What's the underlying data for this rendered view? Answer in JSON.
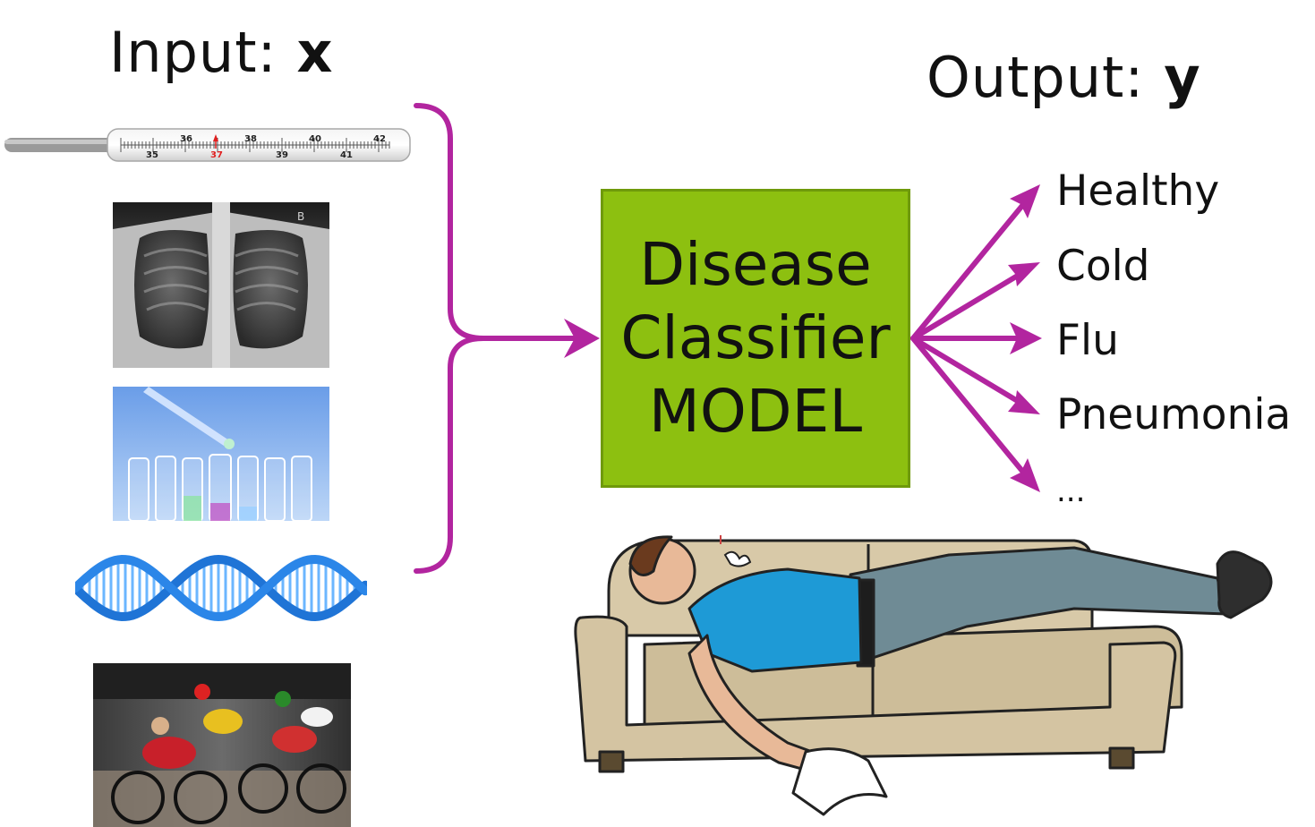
{
  "input": {
    "label": "Input:",
    "variable": "x"
  },
  "output": {
    "label": "Output:",
    "variable": "y"
  },
  "model": {
    "line1": "Disease",
    "line2": "Classifier",
    "line3": "MODEL"
  },
  "classes": [
    "Healthy",
    "Cold",
    "Flu",
    "Pneumonia",
    "..."
  ],
  "thermometer": {
    "ticks_top": [
      "36",
      "38",
      "40",
      "42"
    ],
    "ticks_bottom": [
      "35",
      "37",
      "39",
      "41"
    ]
  },
  "xray_marker": "B",
  "inputs": [
    {
      "name": "thermometer-icon"
    },
    {
      "name": "chest-xray-icon"
    },
    {
      "name": "lab-test-tubes-icon"
    },
    {
      "name": "dna-helix-icon"
    },
    {
      "name": "cyclists-photo-icon"
    }
  ],
  "colors": {
    "accent": "#b2259f",
    "model_fill": "#8dc010",
    "model_border": "#6f9a0a"
  }
}
